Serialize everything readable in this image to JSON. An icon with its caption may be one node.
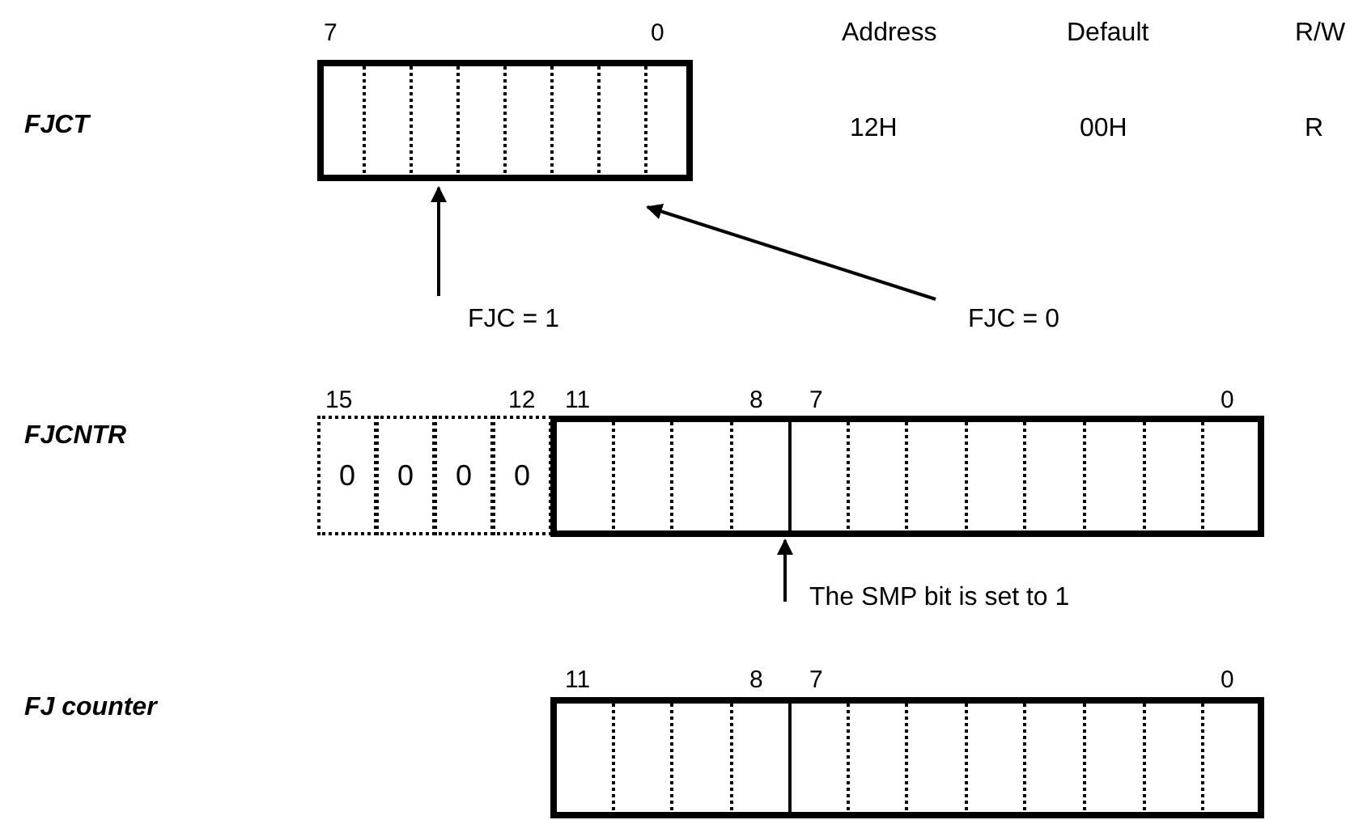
{
  "diagram": {
    "nodes": [
      {
        "text": [],
        "shape": "box"
      },
      {
        "text": [
          "FJC = 1"
        ]
      },
      {
        "text": [
          "FJC = 0"
        ]
      },
      {
        "text": [
          "0"
        ]
      },
      {
        "text": [
          "0"
        ]
      },
      {
        "text": [
          "0"
        ]
      },
      {
        "text": [
          "0"
        ]
      },
      {
        "text": [],
        "shape": "box"
      },
      {
        "text": [
          "The SMP bit is set to 1"
        ]
      },
      {
        "text": [],
        "shape": "box"
      }
    ],
    "edges": [
      {
        "from": 1,
        "to": 0,
        "arrow": "to"
      },
      {
        "from": 2,
        "to": 0,
        "arrow": "to"
      },
      {
        "from": 8,
        "to": 7,
        "arrow": "to"
      }
    ],
    "labels": [
      "7",
      "0",
      "Address",
      "Default",
      "R/W",
      "FJCT",
      "12H",
      "00H",
      "R",
      "15",
      "12",
      "11",
      "8",
      "7",
      "0",
      "FJCNTR",
      "11",
      "8",
      "7",
      "0",
      "FJ counter"
    ]
  }
}
